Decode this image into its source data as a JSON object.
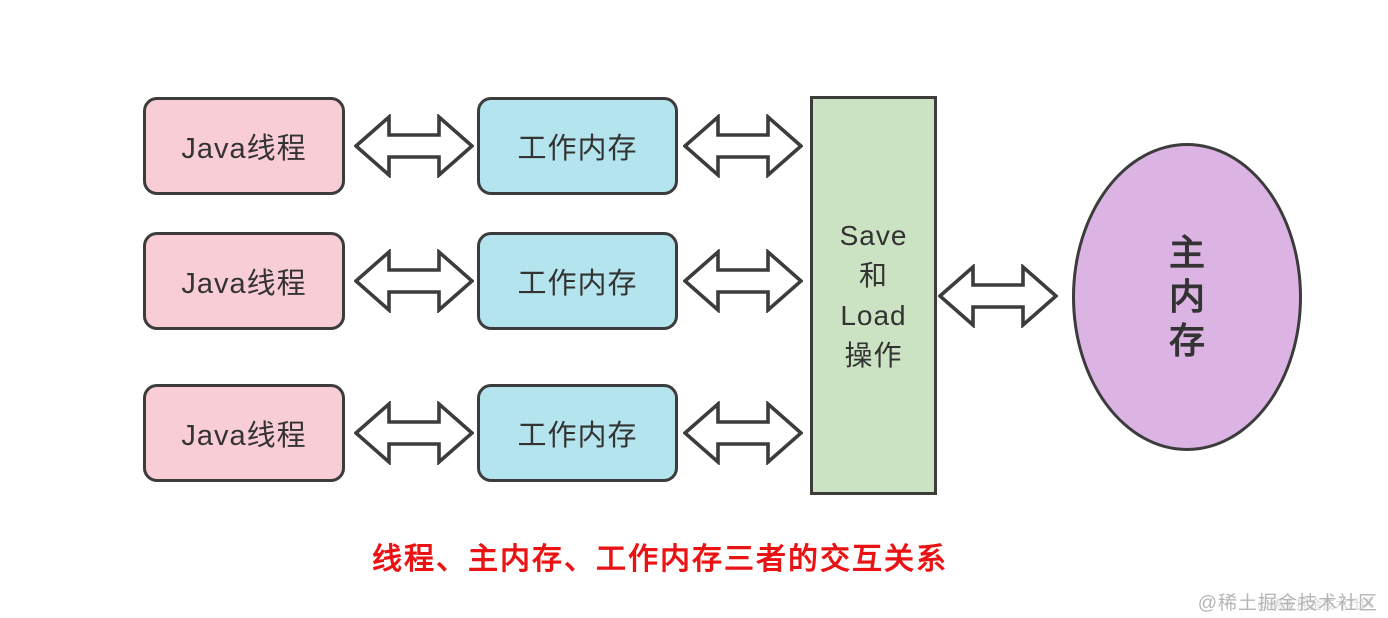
{
  "diagram": {
    "thread_boxes": [
      {
        "label": "Java线程"
      },
      {
        "label": "Java线程"
      },
      {
        "label": "Java线程"
      }
    ],
    "working_memory_boxes": [
      {
        "label": "工作内存"
      },
      {
        "label": "工作内存"
      },
      {
        "label": "工作内存"
      }
    ],
    "save_load_box": {
      "lines": [
        "Save",
        "和",
        "Load",
        "操作"
      ]
    },
    "main_memory_ellipse": {
      "lines": [
        "主",
        "内",
        "存"
      ]
    },
    "caption": "线程、主内存、工作内存三者的交互关系",
    "watermark": "@稀土掘金技术社区",
    "colors": {
      "thread_fill": "#f9cdd6",
      "working_fill": "#b4e5ee",
      "save_load_fill": "#cbe3c3",
      "main_memory_fill": "#dcb4e4",
      "shape_border": "#3c3c3c",
      "arrow_fill": "#ffffff",
      "arrow_border": "#3c3c3c",
      "caption_color": "#ea1313",
      "watermark_color": "#b5b5b5",
      "text_color": "#333333"
    }
  }
}
